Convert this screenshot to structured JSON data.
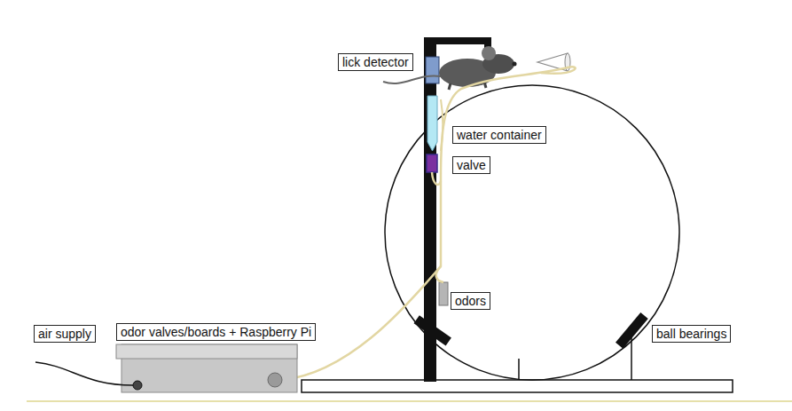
{
  "diagram": {
    "nodes": [
      {
        "text": [
          "lick detector"
        ]
      },
      {
        "text": [
          "water container"
        ]
      },
      {
        "text": [
          "valve"
        ]
      },
      {
        "text": [
          "odors"
        ]
      },
      {
        "text": [
          "air supply"
        ]
      },
      {
        "text": [
          "odor valves/boards + Raspberry Pi"
        ]
      },
      {
        "text": [
          "ball bearings"
        ]
      }
    ]
  }
}
